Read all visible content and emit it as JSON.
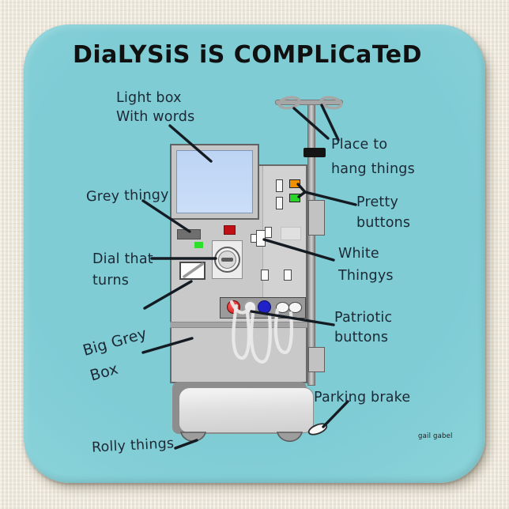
{
  "product": {
    "title": "DiaLYSiS iS COMPLiCaTeD",
    "artist_signature": "gail gabel"
  },
  "labels": {
    "light_box": [
      "Light box",
      "With words"
    ],
    "place_to_hang": [
      "Place to",
      "hang things"
    ],
    "grey_thingy": [
      "Grey thingy"
    ],
    "pretty_buttons": [
      "Pretty",
      "buttons"
    ],
    "dial_that_turns": [
      "Dial that",
      "turns"
    ],
    "white_thingys": [
      "White",
      "Thingys"
    ],
    "patriotic_buttons": [
      "Patriotic",
      "buttons"
    ],
    "big_grey_box": [
      "Big Grey",
      "Box"
    ],
    "parking_brake": [
      "Parking brake"
    ],
    "rolly_things": [
      "Rolly things"
    ]
  },
  "colors": {
    "background": "#ece7db",
    "coaster": "#7fccd5",
    "ink": "#1c2834",
    "title_color": "#101010",
    "machine_body": "#c9c9c9",
    "screen_blue": "#cadef8",
    "indicator_red": "#c01015",
    "indicator_green": "#2ce12c",
    "button_orange": "#f29100",
    "button_green": "#2bd42b",
    "button_red": "#d01212",
    "button_white": "#f0f0f0",
    "button_blue": "#2121c8",
    "tube_white": "#ebebeb"
  }
}
